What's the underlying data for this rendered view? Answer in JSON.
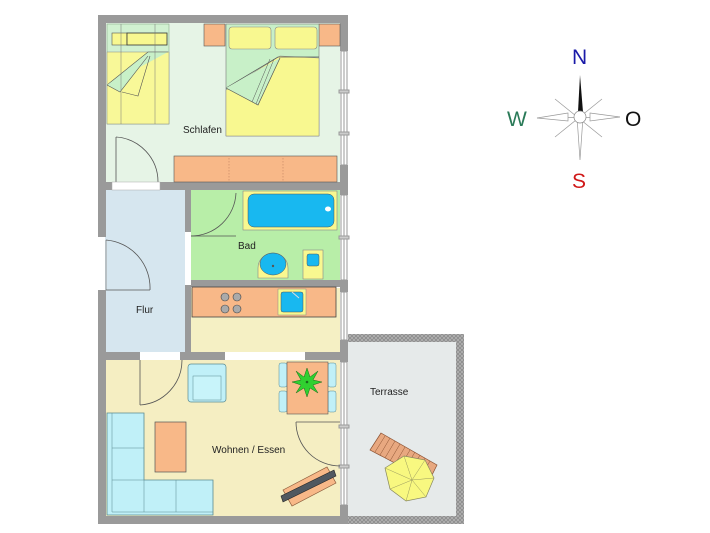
{
  "plan": {
    "rooms": [
      {
        "id": "schlafen",
        "label": "Schlafen",
        "color": "#e8f5e8"
      },
      {
        "id": "bad",
        "label": "Bad",
        "color": "#b8f0a8"
      },
      {
        "id": "flur",
        "label": "Flur",
        "color": "#d8e8f0"
      },
      {
        "id": "kueche",
        "label": "",
        "color": "#f5f0c0"
      },
      {
        "id": "wohnen",
        "label": "Wohnen / Essen",
        "color": "#f5eec0"
      },
      {
        "id": "terrasse",
        "label": "Terrasse",
        "color": "#e8ecec"
      }
    ],
    "colors": {
      "wall": "#999999",
      "furniture_orange": "#f8b888",
      "furniture_yellow": "#f8f890",
      "water_blue": "#28b8e8",
      "sofa_cyan": "#c0f0f8",
      "plant_green": "#30d030"
    }
  },
  "compass": {
    "north": "N",
    "south": "S",
    "west": "W",
    "east": "O",
    "colors": {
      "north": "#1a1aa8",
      "south": "#d01818",
      "west": "#2a7a58",
      "east": "#111111"
    }
  }
}
